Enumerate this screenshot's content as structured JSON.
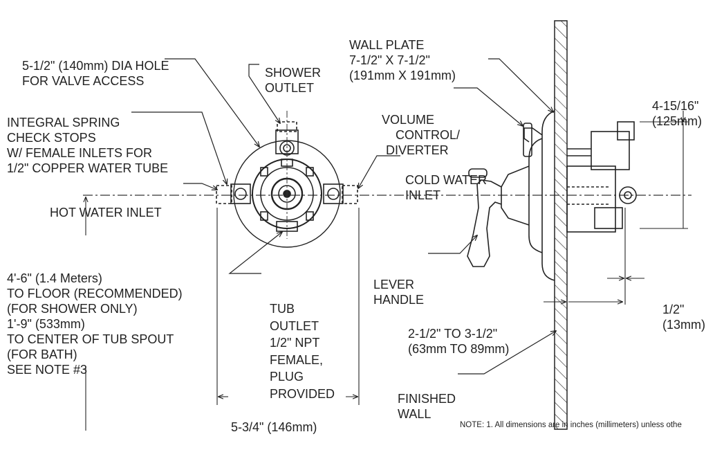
{
  "labels": {
    "wall_plate": [
      "WALL PLATE",
      "7-1/2\" X 7-1/2\"",
      "(191mm X 191mm)"
    ],
    "dia_hole": [
      "5-1/2\" (140mm) DIA HOLE",
      "FOR VALVE ACCESS"
    ],
    "shower_outlet": [
      "SHOWER",
      "OUTLET"
    ],
    "spring_check": [
      "INTEGRAL SPRING",
      "CHECK STOPS",
      "W/ FEMALE INLETS FOR",
      "1/2\" COPPER WATER TUBE"
    ],
    "hot_inlet": [
      "HOT WATER INLET"
    ],
    "cold_inlet": [
      "COLD WATER",
      "INLET"
    ],
    "volume_control": [
      "VOLUME",
      "CONTROL/",
      "DIVERTER"
    ],
    "depth_dim": [
      "4-15/16\"",
      "(125mm)"
    ],
    "floor_dim": [
      "4'-6\" (1.4 Meters)",
      "TO FLOOR (RECOMMENDED)",
      "(FOR SHOWER ONLY)",
      "1'-9\" (533mm)",
      "TO CENTER OF TUB SPOUT",
      "(FOR BATH)",
      "SEE NOTE #3"
    ],
    "tub_outlet": [
      "TUB",
      "OUTLET",
      "1/2\" NPT",
      "FEMALE,",
      "PLUG",
      "PROVIDED"
    ],
    "lever_handle": [
      "LEVER",
      "HANDLE"
    ],
    "half_inch": [
      "1/2\"",
      "(13mm)"
    ],
    "rough_dim": [
      "2-1/2\" TO 3-1/2\"",
      "(63mm TO 89mm)"
    ],
    "finished_wall": [
      "FINISHED",
      "WALL"
    ],
    "width_dim": [
      "5-3/4\" (146mm)"
    ]
  },
  "note": "NOTE: 1. All dimensions are in inches (millimeters) unless othe"
}
